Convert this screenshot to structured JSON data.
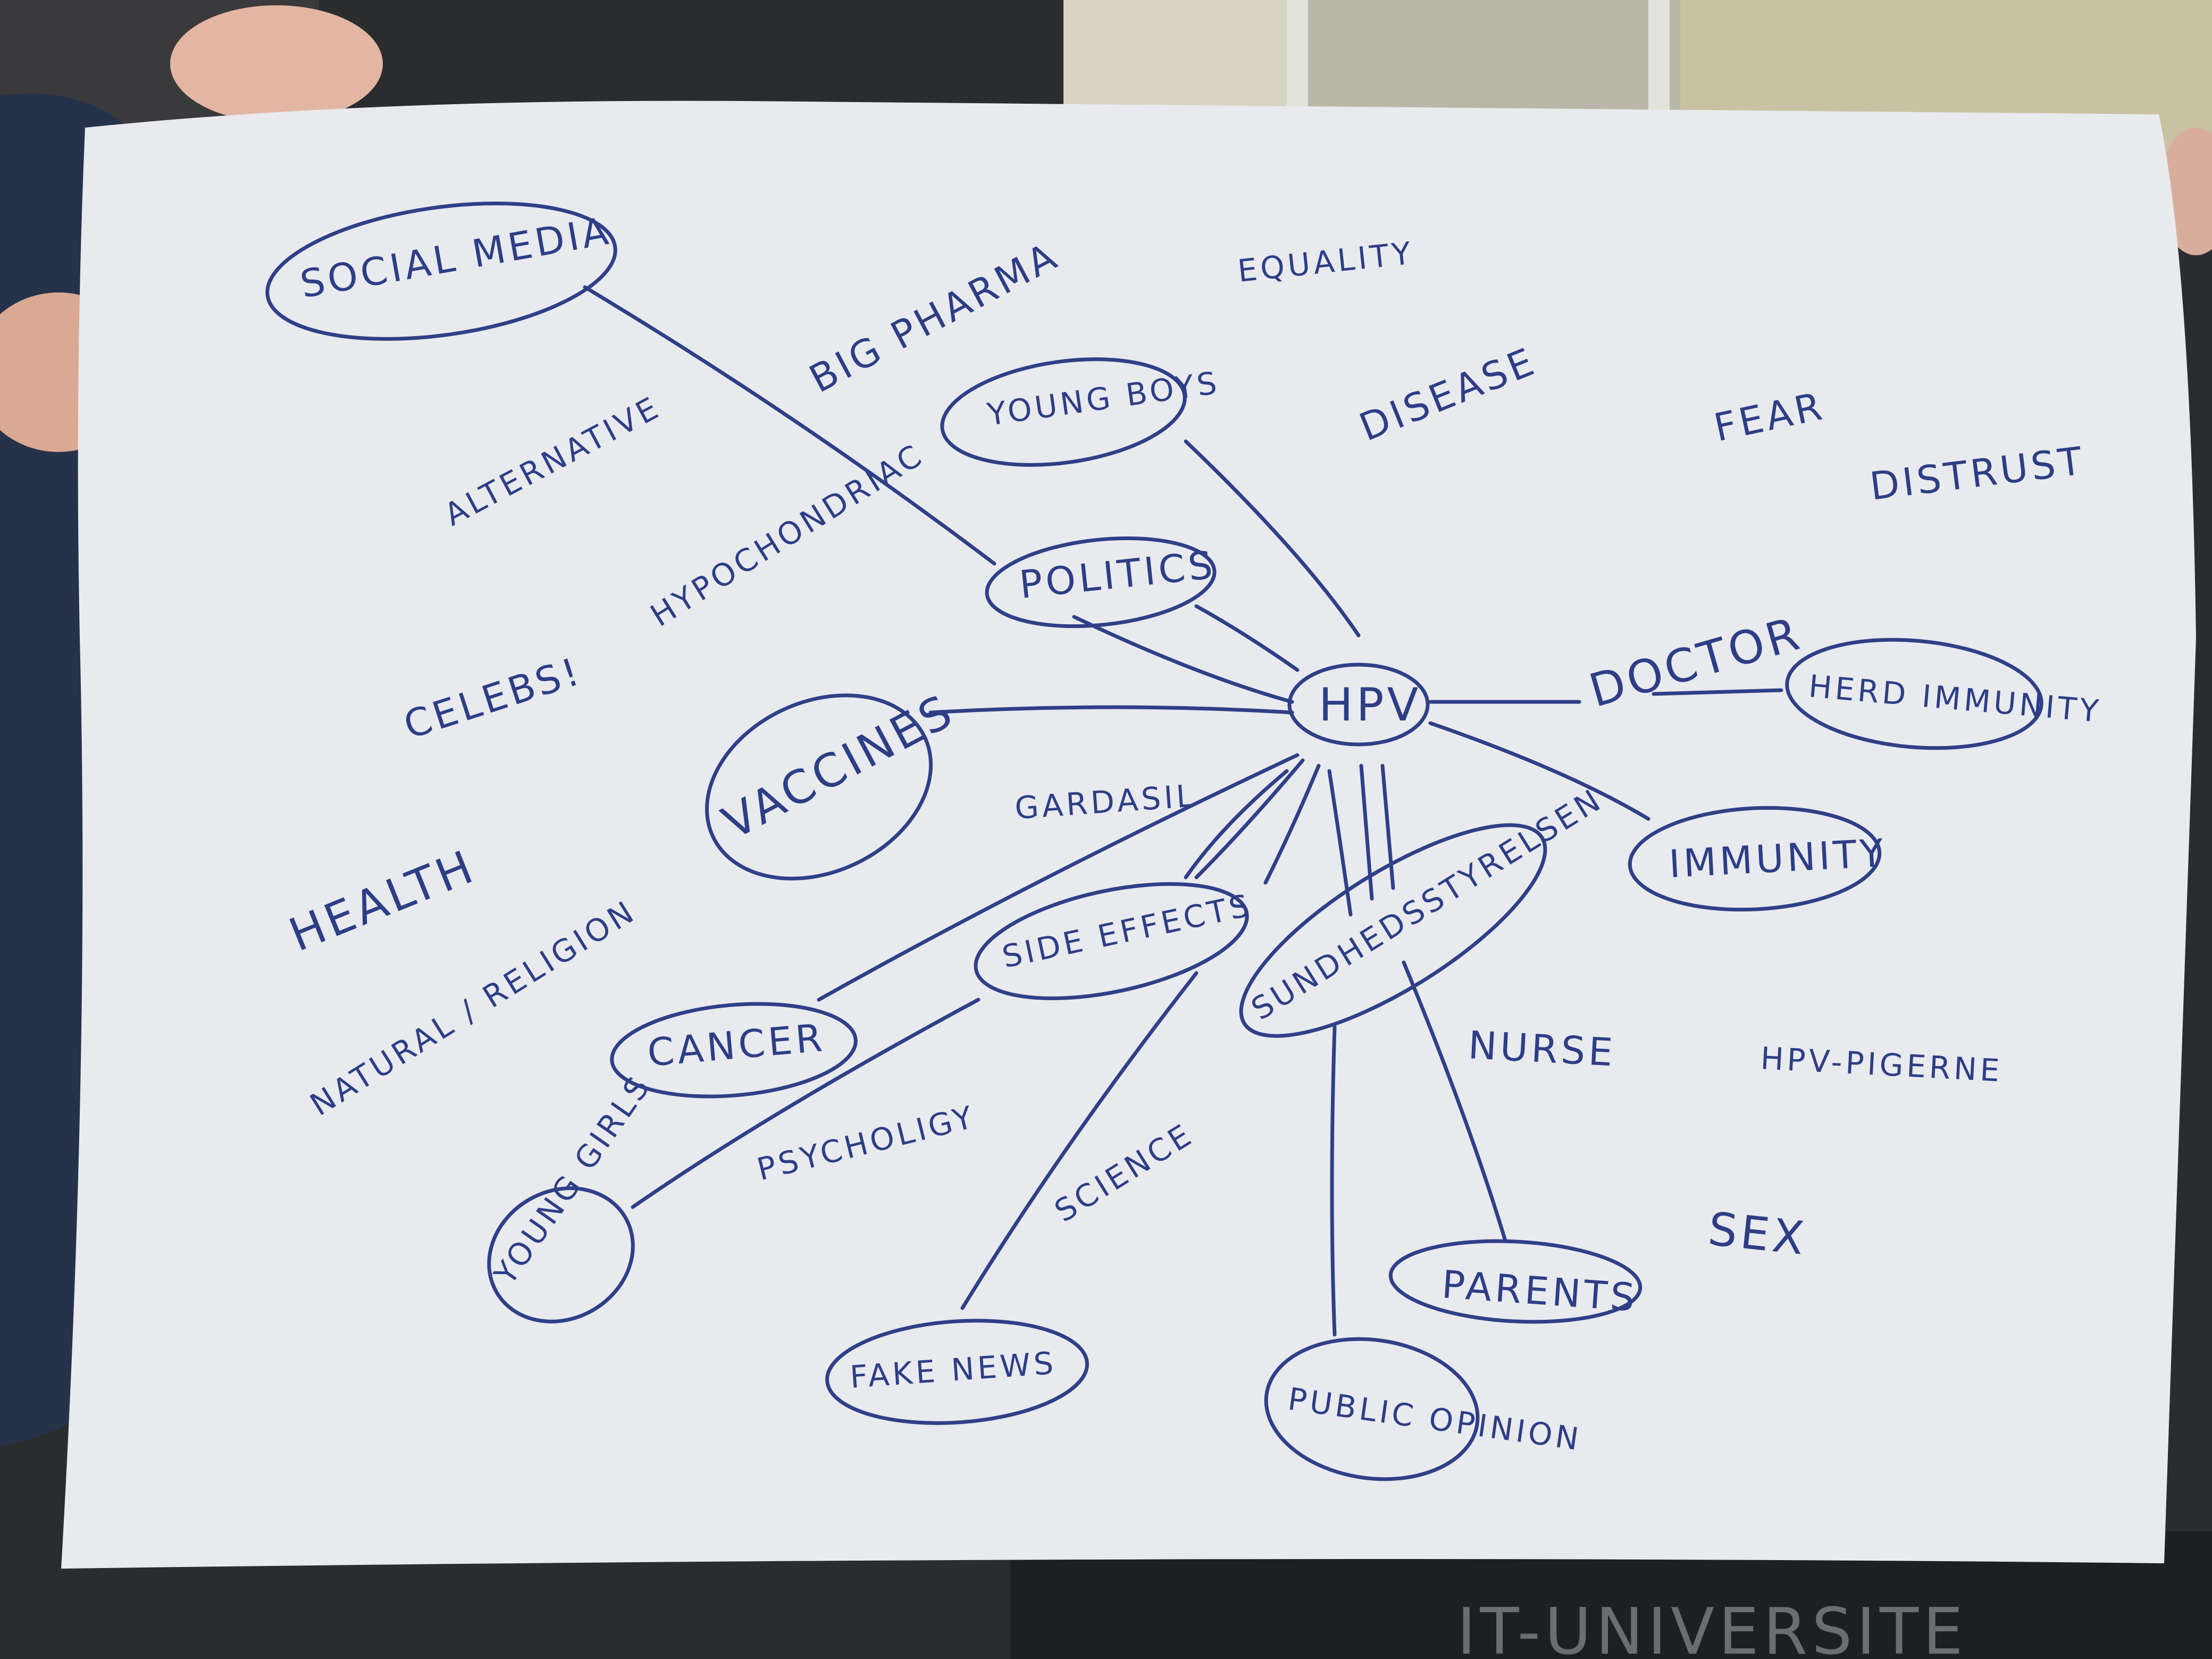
{
  "mindmap": {
    "center": "HPV",
    "circled_nodes": [
      {
        "key": "social_media",
        "label": "SOCIAL MEDIA"
      },
      {
        "key": "young_boys",
        "label": "YOUNG BOYS"
      },
      {
        "key": "politics",
        "label": "POLITICS"
      },
      {
        "key": "vaccines",
        "label": "VACCINES"
      },
      {
        "key": "herd_immunity",
        "label": "HERD IMMUNITY"
      },
      {
        "key": "immunity",
        "label": "IMMUNITY"
      },
      {
        "key": "side_effects",
        "label": "SIDE EFFECTS"
      },
      {
        "key": "sundhedsstyrelsen",
        "label": "SUNDHEDSSTYRELSEN"
      },
      {
        "key": "cancer",
        "label": "CANCER"
      },
      {
        "key": "young_girls",
        "label": "YOUNG GIRLS"
      },
      {
        "key": "fake_news",
        "label": "FAKE NEWS"
      },
      {
        "key": "parents",
        "label": "PARENTS"
      },
      {
        "key": "public_opinion",
        "label": "PUBLIC OPINION"
      }
    ],
    "free_words": [
      {
        "key": "big_pharma",
        "label": "BIG PHARMA"
      },
      {
        "key": "equality",
        "label": "EQUALITY"
      },
      {
        "key": "disease",
        "label": "DISEASE"
      },
      {
        "key": "fear",
        "label": "FEAR"
      },
      {
        "key": "distrust",
        "label": "DISTRUST"
      },
      {
        "key": "alternative",
        "label": "ALTERNATIVE"
      },
      {
        "key": "hypochondriac",
        "label": "HYPOCHONDRIAC"
      },
      {
        "key": "celebs",
        "label": "CELEBS!"
      },
      {
        "key": "doctor",
        "label": "DOCTOR"
      },
      {
        "key": "gardasil",
        "label": "GARDASIL"
      },
      {
        "key": "health",
        "label": "HEALTH"
      },
      {
        "key": "natural_religion",
        "label": "NATURAL / RELIGION"
      },
      {
        "key": "psychology",
        "label": "PSYCHOLIGY"
      },
      {
        "key": "science",
        "label": "SCIENCE"
      },
      {
        "key": "nurse",
        "label": "NURSE"
      },
      {
        "key": "hpv_pigerne",
        "label": "HPV-PIGERNE"
      },
      {
        "key": "sex",
        "label": "SEX"
      }
    ]
  },
  "background": {
    "wall_sign": "IT-UNIVERSITE"
  },
  "colors": {
    "ink": "#2d3e86",
    "paper": "#e9eaee",
    "background": "#2b2c2e"
  }
}
